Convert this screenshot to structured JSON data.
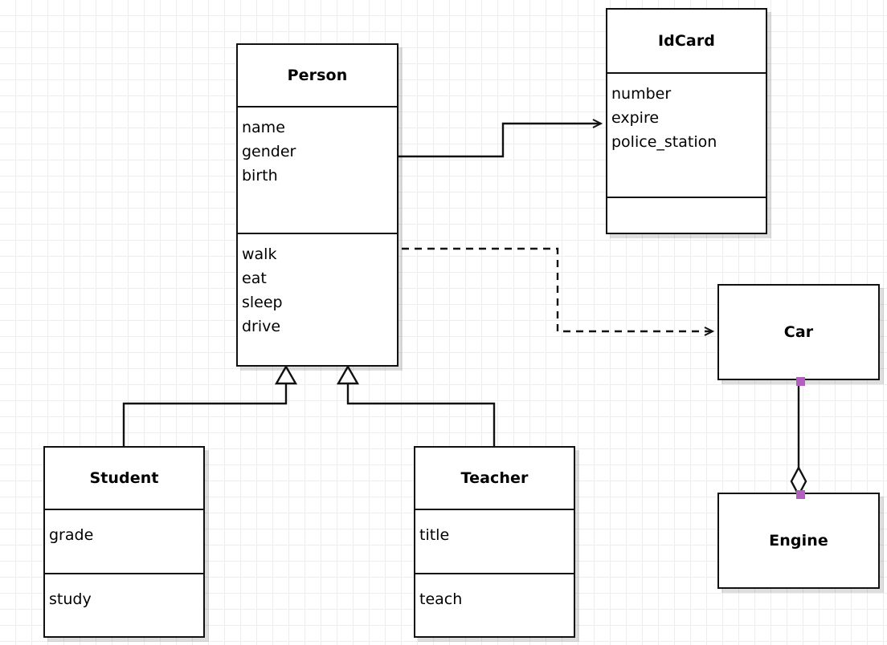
{
  "diagram": {
    "type": "uml-class-diagram",
    "background": "#ffffff",
    "grid_color": "#ededed",
    "line_color": "#111111",
    "handle_color": "#b25fc0"
  },
  "classes": {
    "person": {
      "name": "Person",
      "attributes": [
        "name",
        "gender",
        "birth"
      ],
      "methods": [
        "walk",
        "eat",
        "sleep",
        "drive"
      ]
    },
    "idcard": {
      "name": "IdCard",
      "attributes": [
        "number",
        "expire",
        "police_station"
      ],
      "methods": []
    },
    "car": {
      "name": "Car"
    },
    "engine": {
      "name": "Engine"
    },
    "student": {
      "name": "Student",
      "attribute": "grade",
      "method": "study"
    },
    "teacher": {
      "name": "Teacher",
      "attribute": "title",
      "method": "teach"
    }
  },
  "relationships": [
    {
      "id": "person-idcard",
      "kind": "association",
      "style": "solid",
      "arrow": "open",
      "from": "Person",
      "to": "IdCard"
    },
    {
      "id": "person-car",
      "kind": "dependency",
      "style": "dashed",
      "arrow": "open",
      "from": "Person",
      "to": "Car"
    },
    {
      "id": "student-person",
      "kind": "generalization",
      "style": "solid",
      "arrow": "hollow-triangle",
      "from": "Student",
      "to": "Person"
    },
    {
      "id": "teacher-person",
      "kind": "generalization",
      "style": "solid",
      "arrow": "hollow-triangle",
      "from": "Teacher",
      "to": "Person"
    },
    {
      "id": "car-engine",
      "kind": "aggregation",
      "style": "solid",
      "arrow": "hollow-diamond",
      "from": "Car",
      "to": "Engine"
    }
  ]
}
